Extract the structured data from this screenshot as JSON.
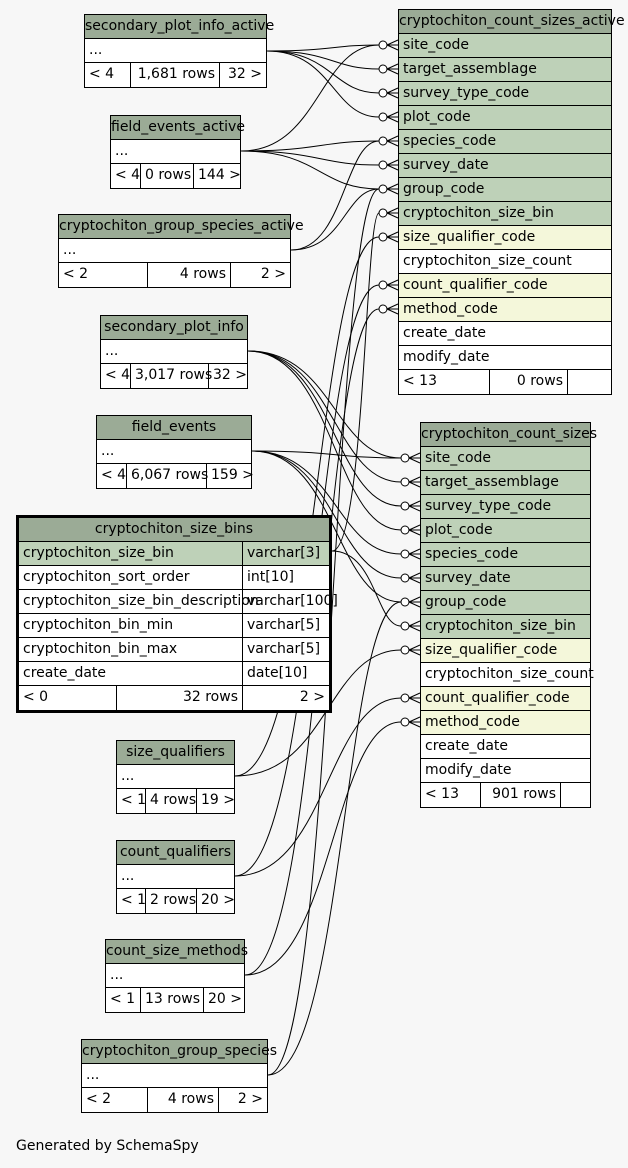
{
  "generated_by": "Generated by SchemaSpy",
  "tables": {
    "secondary_plot_info_active": {
      "name": "secondary_plot_info_active",
      "body": "...",
      "footer": [
        "< 4",
        "1,681 rows",
        "32 >"
      ]
    },
    "field_events_active": {
      "name": "field_events_active",
      "body": "...",
      "footer": [
        "< 4",
        "0 rows",
        "144 >"
      ]
    },
    "cryptochiton_group_species_active": {
      "name": "cryptochiton_group_species_active",
      "body": "...",
      "footer": [
        "< 2",
        "4 rows",
        "2 >"
      ]
    },
    "secondary_plot_info": {
      "name": "secondary_plot_info",
      "body": "...",
      "footer": [
        "< 4",
        "3,017 rows",
        "32 >"
      ]
    },
    "field_events": {
      "name": "field_events",
      "body": "...",
      "footer": [
        "< 4",
        "6,067 rows",
        "159 >"
      ]
    },
    "cryptochiton_size_bins": {
      "name": "cryptochiton_size_bins",
      "columns": [
        {
          "name": "cryptochiton_size_bin",
          "type": "varchar[3]"
        },
        {
          "name": "cryptochiton_sort_order",
          "type": "int[10]"
        },
        {
          "name": "cryptochiton_size_bin_description",
          "type": "varchar[100]"
        },
        {
          "name": "cryptochiton_bin_min",
          "type": "varchar[5]"
        },
        {
          "name": "cryptochiton_bin_max",
          "type": "varchar[5]"
        },
        {
          "name": "create_date",
          "type": "date[10]"
        }
      ],
      "footer": [
        "< 0",
        "32 rows",
        "2 >"
      ]
    },
    "size_qualifiers": {
      "name": "size_qualifiers",
      "body": "...",
      "footer": [
        "< 1",
        "4 rows",
        "19 >"
      ]
    },
    "count_qualifiers": {
      "name": "count_qualifiers",
      "body": "...",
      "footer": [
        "< 1",
        "2 rows",
        "20 >"
      ]
    },
    "count_size_methods": {
      "name": "count_size_methods",
      "body": "...",
      "footer": [
        "< 1",
        "13 rows",
        "20 >"
      ]
    },
    "cryptochiton_group_species": {
      "name": "cryptochiton_group_species",
      "body": "...",
      "footer": [
        "< 2",
        "4 rows",
        "2 >"
      ]
    },
    "cryptochiton_count_sizes_active": {
      "name": "cryptochiton_count_sizes_active",
      "columns": [
        "site_code",
        "target_assemblage",
        "survey_type_code",
        "plot_code",
        "species_code",
        "survey_date",
        "group_code",
        "cryptochiton_size_bin",
        "size_qualifier_code",
        "cryptochiton_size_count",
        "count_qualifier_code",
        "method_code",
        "create_date",
        "modify_date"
      ],
      "footer": [
        "< 13",
        "0 rows",
        ""
      ]
    },
    "cryptochiton_count_sizes": {
      "name": "cryptochiton_count_sizes",
      "columns": [
        "site_code",
        "target_assemblage",
        "survey_type_code",
        "plot_code",
        "species_code",
        "survey_date",
        "group_code",
        "cryptochiton_size_bin",
        "size_qualifier_code",
        "cryptochiton_size_count",
        "count_qualifier_code",
        "method_code",
        "create_date",
        "modify_date"
      ],
      "footer": [
        "< 13",
        "901 rows",
        ""
      ]
    }
  },
  "colors": {
    "header": "#9bab96",
    "primary_key": "#bed1b8",
    "foreign_key": "#f4f7da",
    "background": "#f7f7f7"
  }
}
